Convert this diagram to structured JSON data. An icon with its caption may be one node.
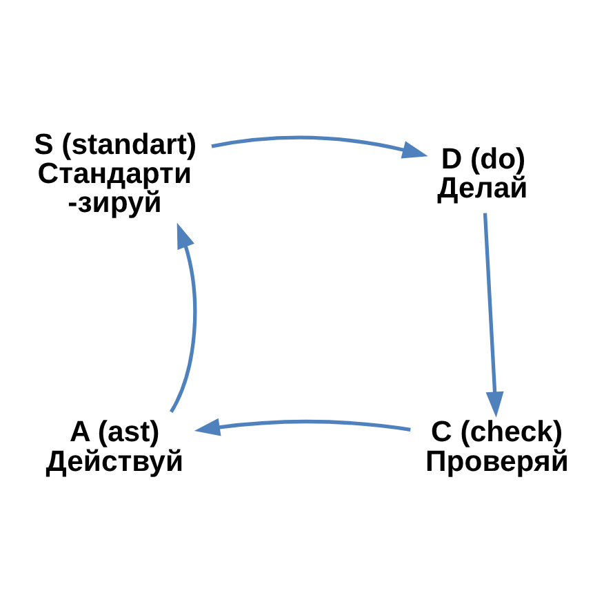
{
  "diagram": {
    "nodes": [
      {
        "text": [
          "S (standart) Стандарти -зируй"
        ]
      },
      {
        "text": [
          "D (do) Делай"
        ]
      },
      {
        "text": [
          "C (check) Проверяй"
        ]
      },
      {
        "text": [
          "A (ast) Действуй"
        ]
      }
    ],
    "edges": [
      {
        "from": 0,
        "to": 1,
        "arrow": "to",
        "color": "#4f81bd"
      },
      {
        "from": 1,
        "to": 2,
        "arrow": "to",
        "color": "#4f81bd"
      },
      {
        "from": 2,
        "to": 3,
        "arrow": "to",
        "color": "#4f81bd"
      },
      {
        "from": 3,
        "to": 0,
        "arrow": "to",
        "color": "#4f81bd"
      }
    ]
  }
}
